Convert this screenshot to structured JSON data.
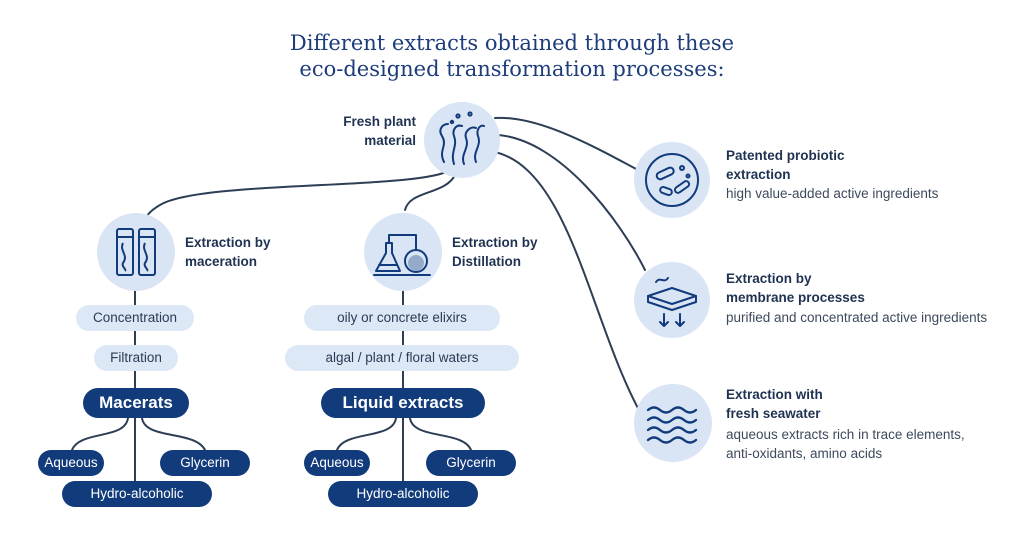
{
  "title": {
    "line1": "Different extracts obtained through these",
    "line2": "eco-designed transformation processes:"
  },
  "source": {
    "label_line1": "Fresh plant",
    "label_line2": "material",
    "icon": "plant-material-icon"
  },
  "maceration": {
    "label_line1": "Extraction by",
    "label_line2": "maceration",
    "icon": "test-tubes-icon",
    "steps": [
      "Concentration",
      "Filtration"
    ],
    "product": "Macerats",
    "outputs": {
      "left": "Aqueous",
      "right": "Glycerin",
      "bottom": "Hydro-alcoholic"
    }
  },
  "distillation": {
    "label_line1": "Extraction by",
    "label_line2": "Distillation",
    "icon": "distillation-flask-icon",
    "steps": [
      "oily or concrete elixirs",
      "algal / plant / floral waters"
    ],
    "product": "Liquid extracts",
    "outputs": {
      "left": "Aqueous",
      "right": "Glycerin",
      "bottom": "Hydro-alcoholic"
    }
  },
  "right_processes": [
    {
      "title_line1": "Patented probiotic",
      "title_line2": "extraction",
      "desc_line1": "high value-added active ingredients",
      "desc_line2": "",
      "icon": "bacteria-icon"
    },
    {
      "title_line1": "Extraction by",
      "title_line2": "membrane processes",
      "desc_line1": "purified and concentrated active ingredients",
      "desc_line2": "",
      "icon": "membrane-filter-icon"
    },
    {
      "title_line1": "Extraction with",
      "title_line2": "fresh seawater",
      "desc_line1": "aqueous extracts rich in trace elements,",
      "desc_line2": "anti-oxidants, amino acids",
      "icon": "waves-icon"
    }
  ],
  "colors": {
    "navy": "#123b7c",
    "line": "#2d3e55",
    "circle": "#d9e5f4",
    "pill": "#dde8f6"
  }
}
